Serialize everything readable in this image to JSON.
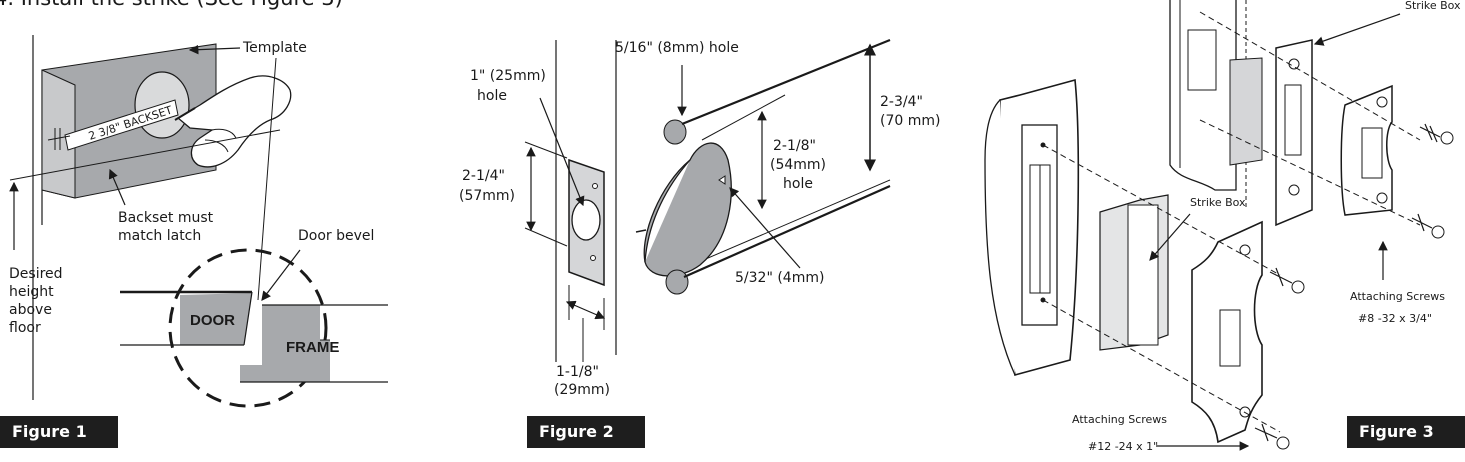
{
  "heading": "4.   Install the strike (See Figure 3)",
  "figure1": {
    "tab": "Figure 1",
    "template": "Template",
    "backset_text": "2 3/8\" BACKSET",
    "backset_must_1": "Backset must",
    "backset_must_2": "match latch",
    "door_bevel": "Door bevel",
    "desired_1": "Desired",
    "desired_2": "height",
    "desired_3": "above",
    "desired_4": "floor",
    "door": "DOOR",
    "frame": "FRAME"
  },
  "figure2": {
    "tab": "Figure 2",
    "hole_1in_1": "1\" (25mm)",
    "hole_1in_2": "hole",
    "hole_516": "5/16\" (8mm) hole",
    "dim_214_1": "2-1/4\"",
    "dim_214_2": "(57mm)",
    "dim_218_1": "2-1/8\"",
    "dim_218_2": "(54mm)",
    "dim_218_3": "hole",
    "dim_234_1": "2-3/4\"",
    "dim_234_2": "(70 mm)",
    "dim_532": "5/32\" (4mm)",
    "dim_118_1": "1-1/8\"",
    "dim_118_2": "(29mm)"
  },
  "figure3": {
    "tab": "Figure 3",
    "strike_box_top": "Strike Box",
    "strike_box": "Strike Box",
    "attaching_right_1": "Attaching Screws",
    "attaching_right_2": "#8 -32 x 3/4\"",
    "attaching_bottom_1": "Attaching Screws",
    "attaching_bottom_2": "#12 -24 x 1\""
  }
}
